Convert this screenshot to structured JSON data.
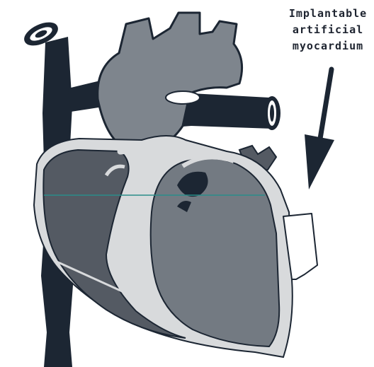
{
  "annotation": {
    "lines": [
      "Implantable",
      "artificial",
      "myocardium"
    ]
  },
  "colors": {
    "vessel_dark": "#1c2633",
    "chamber_mid": "#545a63",
    "atrium_light": "#7e858d",
    "ventricle_right": "#737a82",
    "wall_light": "#d8dadc",
    "patch": "#ffffff",
    "guide_line": "#2a8d8a"
  }
}
